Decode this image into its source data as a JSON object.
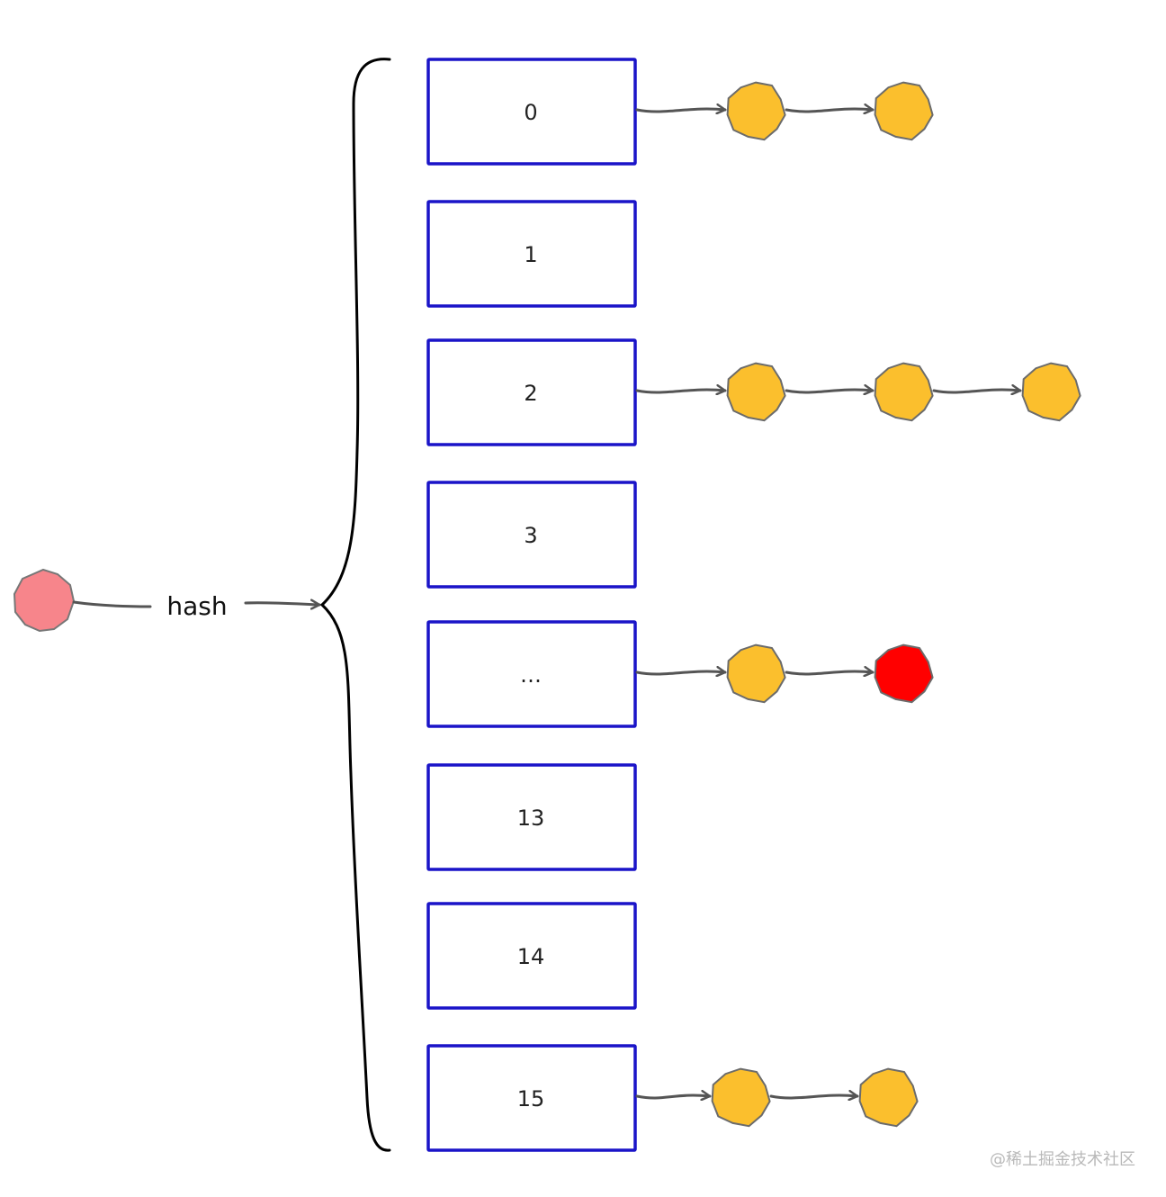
{
  "hash_label": "hash",
  "buckets": [
    {
      "label": "0",
      "nodes": 2,
      "last_node_highlight": false
    },
    {
      "label": "1",
      "nodes": 0,
      "last_node_highlight": false
    },
    {
      "label": "2",
      "nodes": 3,
      "last_node_highlight": false
    },
    {
      "label": "3",
      "nodes": 0,
      "last_node_highlight": false
    },
    {
      "label": "…",
      "nodes": 2,
      "last_node_highlight": true
    },
    {
      "label": "13",
      "nodes": 0,
      "last_node_highlight": false
    },
    {
      "label": "14",
      "nodes": 0,
      "last_node_highlight": false
    },
    {
      "label": "15",
      "nodes": 2,
      "last_node_highlight": false
    }
  ],
  "watermark": "@稀土掘金技术社区",
  "colors": {
    "bucket_border": "#1a14c8",
    "node_fill": "#fbbf2d",
    "node_highlight": "#ff0000",
    "source_node": "#f7858b",
    "arrow": "#555555",
    "brace": "#000000"
  }
}
